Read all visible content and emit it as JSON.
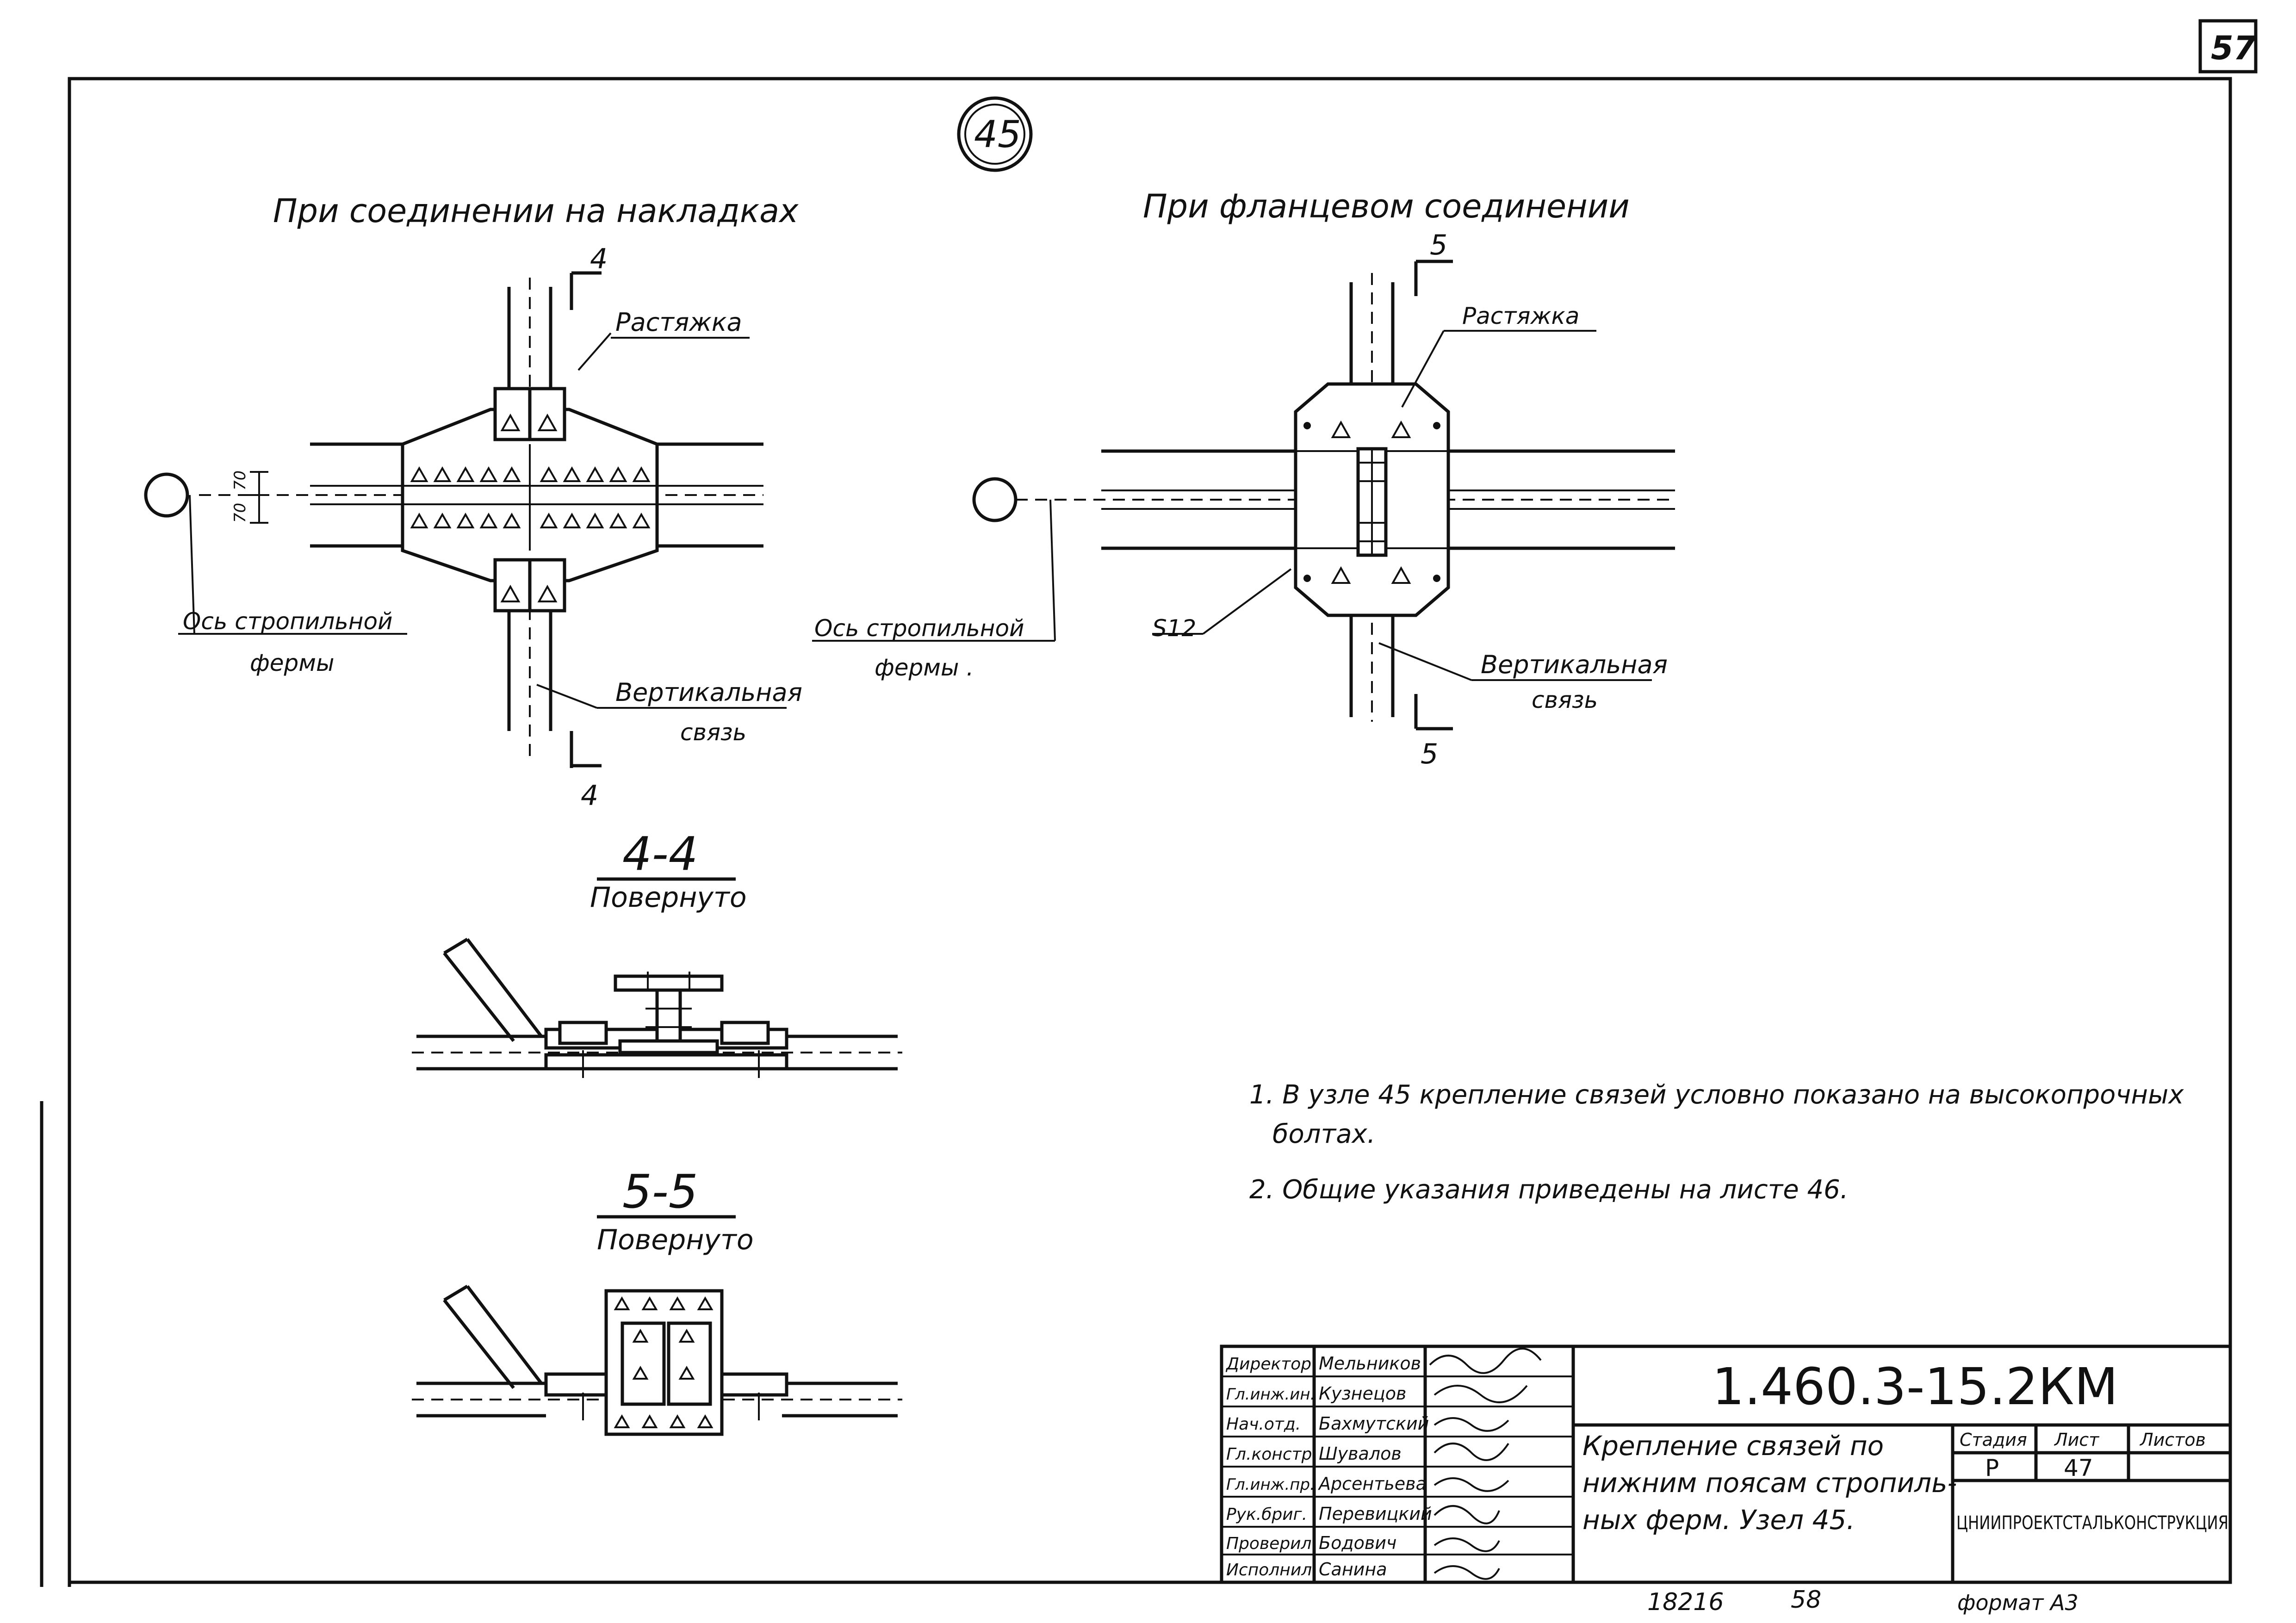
{
  "sheet": {
    "page_number": "57",
    "node_number": "45",
    "bottom_left_number": "18216",
    "bottom_mid_number": "58",
    "format": "формат А3"
  },
  "views": {
    "left_title": "При соединении на накладках",
    "right_title": "При фланцевом соединении",
    "left_stretch": "Растяжка",
    "right_stretch": "Растяжка",
    "left_axis_line1": "Ось стропильной",
    "left_axis_line2": "фермы",
    "right_axis_line1": "Ось стропильной",
    "right_axis_line2": "фермы .",
    "left_vertical_line1": "Вертикальная",
    "left_vertical_line2": "связь",
    "right_vertical_line1": "Вертикальная",
    "right_vertical_line2": "связь",
    "s12": "S12",
    "dim_70a": "70",
    "dim_70b": "70",
    "cut4_top": "4",
    "cut4_bottom": "4",
    "cut5_top": "5",
    "cut5_bottom": "5"
  },
  "sections": {
    "s44_title": "4-4",
    "s44_sub": "Повернуто",
    "s55_title": "5-5",
    "s55_sub": "Повернуто"
  },
  "notes": [
    "1. В узле 45 крепление связей условно показано на высокопрочных",
    "болтах.",
    "2. Общие указания приведены на листе 46."
  ],
  "title_block": {
    "roles": [
      "Директор",
      "Гл.инж.ин.",
      "Нач.отд.",
      "Гл.констр.",
      "Гл.инж.пр.",
      "Рук.бриг.",
      "Проверил",
      "Исполнил"
    ],
    "names": [
      "Мельников",
      "Кузнецов",
      "Бахмутский",
      "Шувалов",
      "Арсентьева",
      "Перевицкий",
      "Бодович",
      "Санина"
    ],
    "code": "1.460.3-15.2КМ",
    "title_line1": "Крепление связей по",
    "title_line2": "нижним поясам стропиль-",
    "title_line3": "ных ферм. Узел 45.",
    "stage_label": "Стадия",
    "sheet_label": "Лист",
    "sheets_label": "Листов",
    "stage": "Р",
    "sheet": "47",
    "sheets": "",
    "organization": "ЦНИИПРОЕКТСТАЛЬКОНСТРУКЦИЯ"
  }
}
